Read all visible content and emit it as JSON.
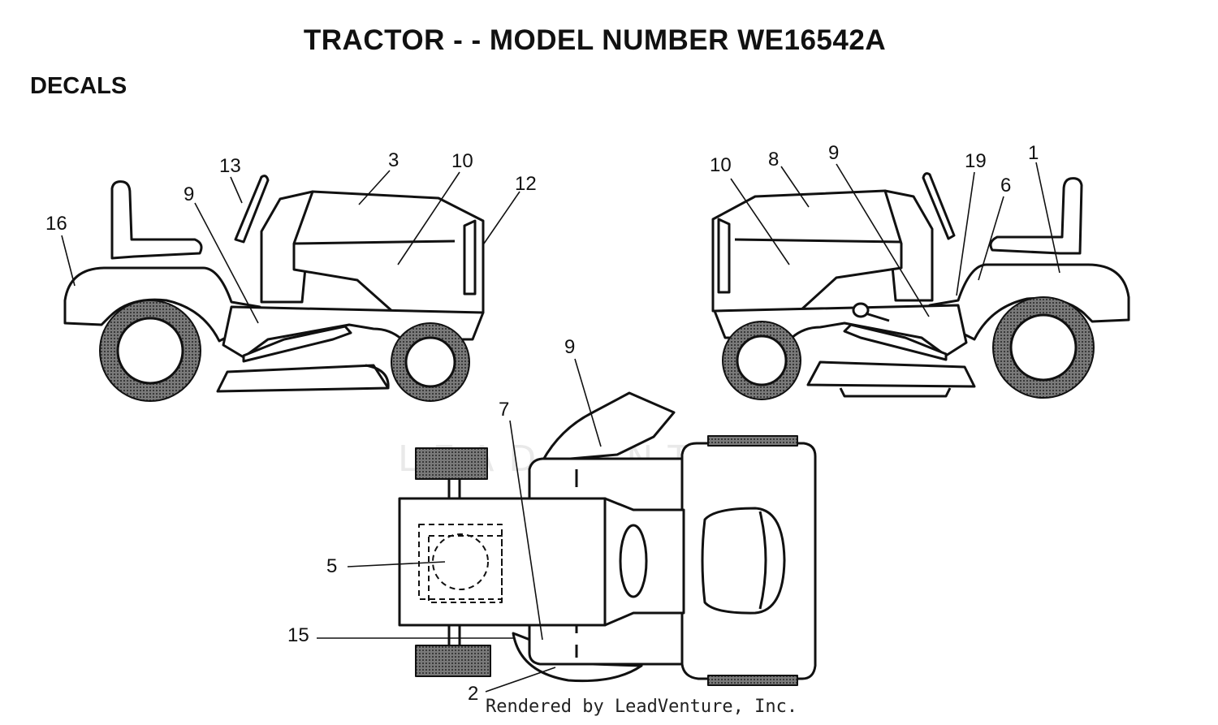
{
  "header": {
    "title": "TRACTOR - - MODEL NUMBER WE16542A",
    "section": "DECALS"
  },
  "callouts": {
    "left_view": [
      "16",
      "13",
      "9",
      "3",
      "10",
      "12"
    ],
    "right_view": [
      "10",
      "8",
      "9",
      "19",
      "6",
      "1"
    ],
    "top_view": [
      "9",
      "7",
      "5",
      "15",
      "2"
    ]
  },
  "watermark": "LEADVENTURE",
  "footer": {
    "credit": "Rendered by LeadVenture, Inc."
  },
  "colors": {
    "line": "#111111",
    "tire_fill": "#6a6a6a",
    "watermark": "#d8d8d8"
  }
}
